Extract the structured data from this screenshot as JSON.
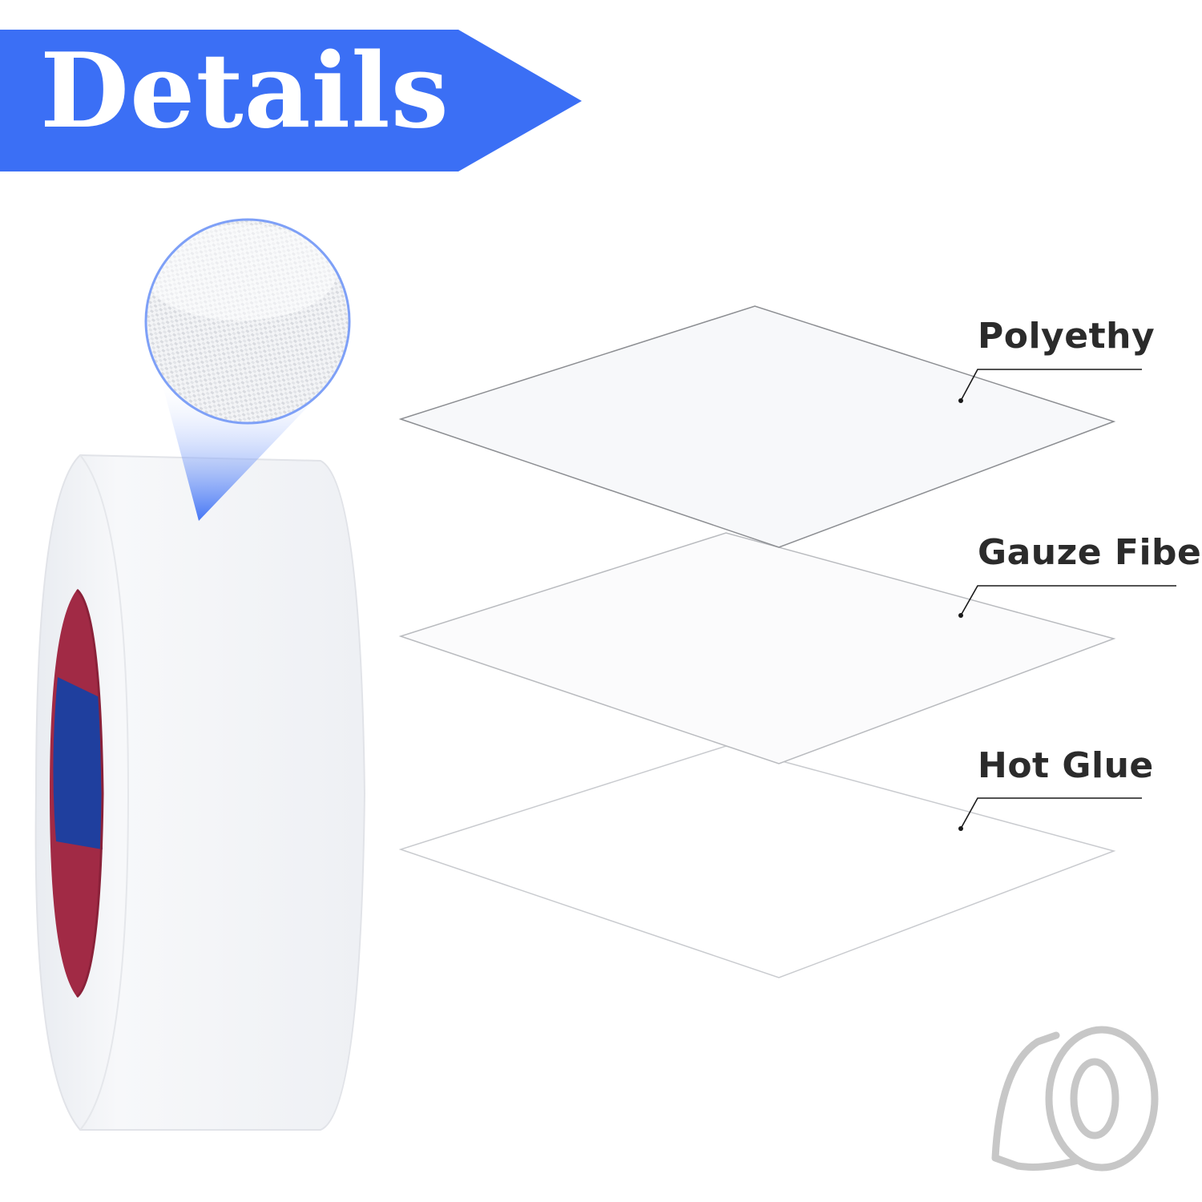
{
  "banner": {
    "title": "Details",
    "color": "#3b6ff5"
  },
  "layers": [
    {
      "label": "Polyethy"
    },
    {
      "label": "Gauze Fiber"
    },
    {
      "label": "Hot Glue"
    }
  ],
  "product": {
    "name": "tape-roll",
    "tape_color": "#ffffff",
    "core_colors": [
      "#a12a45",
      "#1f3f9e"
    ]
  },
  "icons": {
    "corner": "tape-roll-outline-icon",
    "magnifier": "magnifier-circle-icon"
  }
}
